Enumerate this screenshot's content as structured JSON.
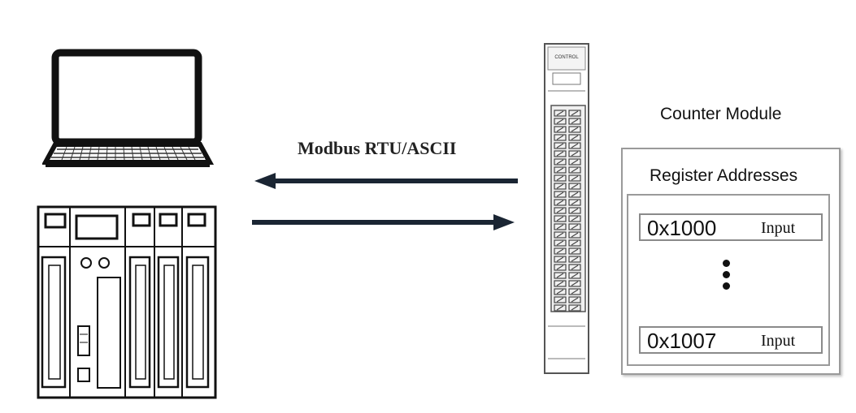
{
  "link": {
    "protocol_label": "Modbus RTU/ASCII"
  },
  "module": {
    "title": "Counter Module",
    "register_box_title": "Register Addresses",
    "registers": [
      {
        "address": "0x1000",
        "type": "Input"
      },
      {
        "address": "0x1007",
        "type": "Input"
      }
    ]
  },
  "colors": {
    "arrow": "#1a2533",
    "outline": "#111111",
    "box_border": "#9a9a9a"
  },
  "icons": [
    "laptop-icon",
    "plc-rack-icon",
    "counter-module-device-icon",
    "ellipsis-vertical-icon"
  ]
}
